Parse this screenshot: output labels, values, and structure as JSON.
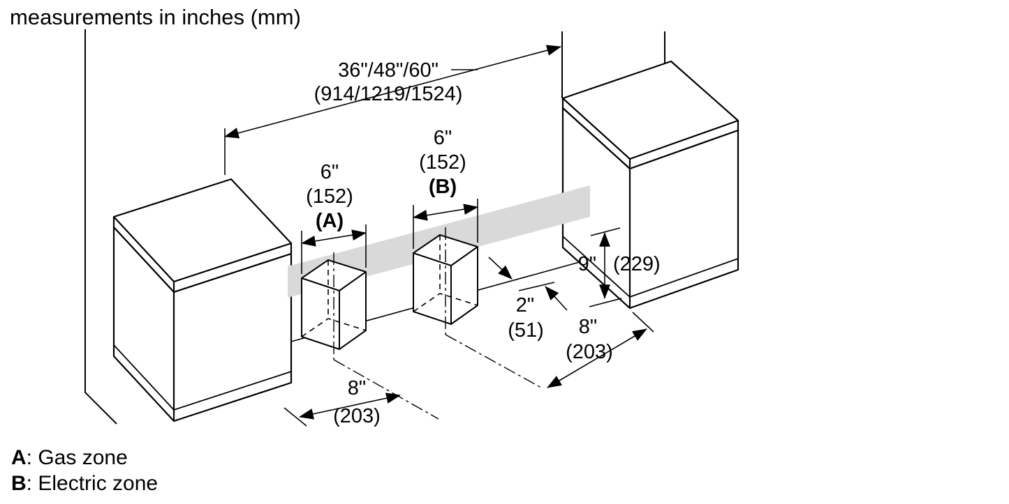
{
  "title": "measurements in inches (mm)",
  "legend": {
    "a_key": "A",
    "a_label": ": Gas zone",
    "b_key": "B",
    "b_label": ": Electric zone"
  },
  "dims": {
    "span_in": "36\"/48\"/60\"",
    "span_mm": "(914/1219/1524)",
    "zone_a_in": "6\"",
    "zone_a_mm": "(152)",
    "zone_a_tag": "(A)",
    "zone_b_in": "6\"",
    "zone_b_mm": "(152)",
    "zone_b_tag": "(B)",
    "depth_in": "9\"",
    "depth_mm": "(229)",
    "gap_in": "2\"",
    "gap_mm": "(51)",
    "right_offset_in": "8\"",
    "right_offset_mm": "(203)",
    "left_offset_in": "8\"",
    "left_offset_mm": "(203)"
  },
  "zones": {
    "a": "Gas zone",
    "b": "Electric zone"
  },
  "colors": {
    "line": "#000000",
    "band": "#d9d9d9",
    "background": "#ffffff"
  }
}
